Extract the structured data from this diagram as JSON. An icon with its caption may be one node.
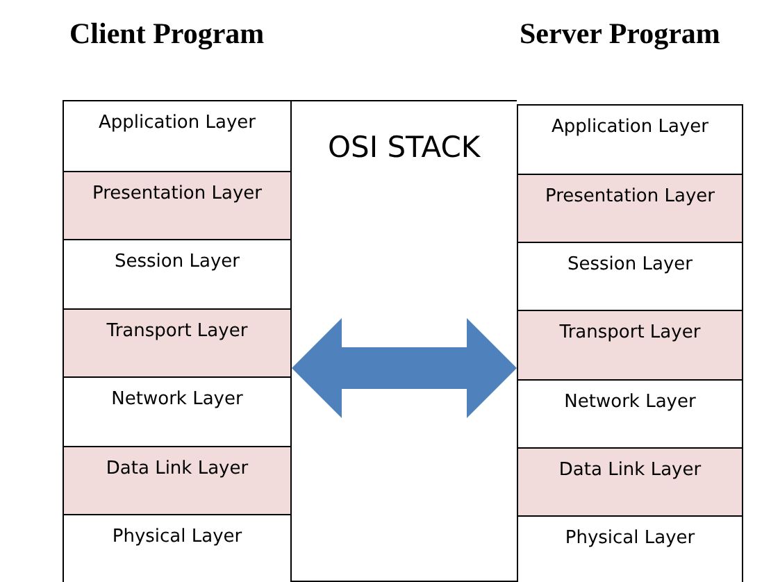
{
  "diagram": {
    "nodes": [
      {
        "text": [
          "Client Program"
        ]
      },
      {
        "text": [
          "Application Layer"
        ],
        "in": 0
      },
      {
        "text": [
          "Presentation Layer"
        ],
        "in": 0
      },
      {
        "text": [
          "Session Layer"
        ],
        "in": 0
      },
      {
        "text": [
          "Transport Layer"
        ],
        "in": 0
      },
      {
        "text": [
          "Network Layer"
        ],
        "in": 0
      },
      {
        "text": [
          "Data Link Layer"
        ],
        "in": 0
      },
      {
        "text": [
          "Physical Layer"
        ],
        "in": 0
      },
      {
        "text": [
          "Server Program"
        ]
      },
      {
        "text": [
          "Application Layer"
        ],
        "in": 8
      },
      {
        "text": [
          "Presentation Layer"
        ],
        "in": 8
      },
      {
        "text": [
          "Session Layer"
        ],
        "in": 8
      },
      {
        "text": [
          "Transport Layer"
        ],
        "in": 8
      },
      {
        "text": [
          "Network Layer"
        ],
        "in": 8
      },
      {
        "text": [
          "Data Link Layer"
        ],
        "in": 8
      },
      {
        "text": [
          "Physical Layer"
        ],
        "in": 8
      }
    ],
    "edges": [
      {
        "from": 0,
        "to": 8,
        "arrow": "both"
      }
    ],
    "labels": [
      "OSI STACK"
    ]
  }
}
